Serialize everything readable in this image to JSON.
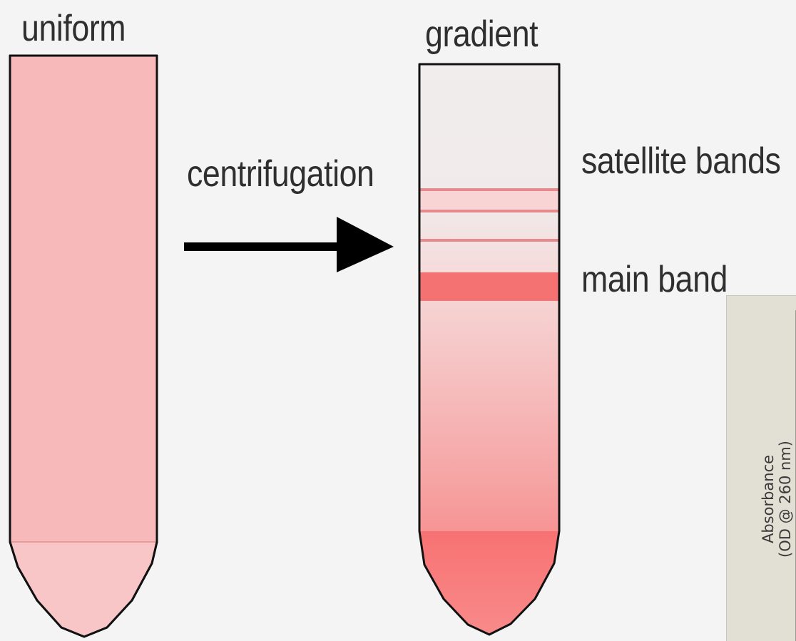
{
  "labels": {
    "uniform": "uniform",
    "gradient": "gradient",
    "centrifugation": "centrifugation",
    "satellite_bands": "satellite bands",
    "main_band": "main band"
  },
  "inset": {
    "ylabel_line1": "Absorbance",
    "ylabel_line2": "(OD @ 260 nm)"
  },
  "colors": {
    "background": "#f4f4f4",
    "tube_outline": "#111111",
    "uniform_fill": "#f7b9b9",
    "gradient_top": "#f1eded",
    "gradient_bottom": "#f76f6f",
    "main_band": "#f47272",
    "satellite_band": "#e78a8e",
    "arrow": "#000000",
    "label_text": "#2f2f2f"
  }
}
